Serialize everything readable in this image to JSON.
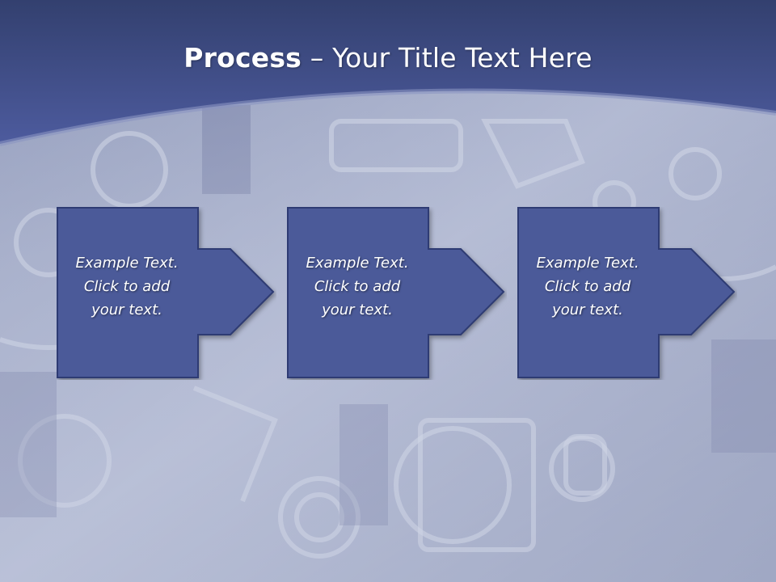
{
  "slide": {
    "title_bold": "Process",
    "title_rest": " – Your Title Text Here"
  },
  "steps": [
    {
      "line1": "Example Text.",
      "line2": "Click  to add",
      "line3": "your text."
    },
    {
      "line1": "Example Text.",
      "line2": "Click  to add",
      "line3": "your text."
    },
    {
      "line1": "Example Text.",
      "line2": "Click  to add",
      "line3": "your text."
    }
  ],
  "colors": {
    "header": "#3f4d8c",
    "box_fill": "#4b5a99",
    "box_border": "#2e3b73",
    "text": "#ffffff"
  }
}
